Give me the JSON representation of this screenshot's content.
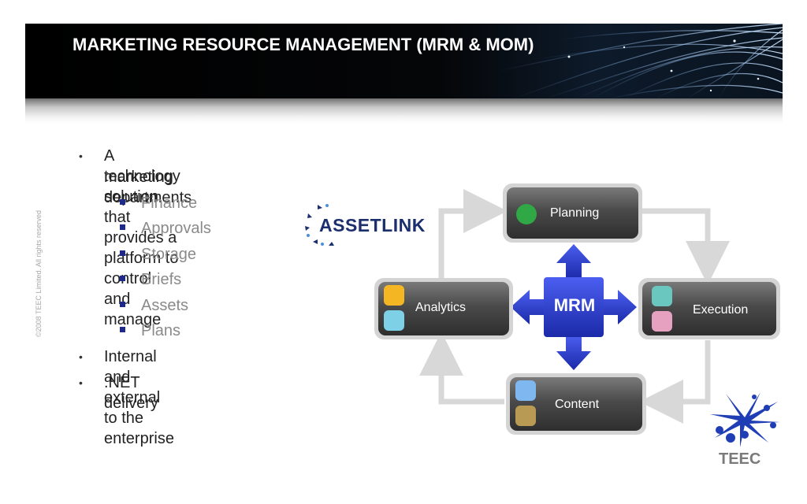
{
  "slide": {
    "title": "MARKETING RESOURCE MANAGEMENT (MRM & MOM)",
    "copyright": "©2008 TEEC Limited. All rights reserved"
  },
  "bullets": {
    "b1_line1": "A technology solution that provides a platform to control and manage",
    "b1_line2": "marketing departments",
    "sub": [
      "Finance",
      "Approvals",
      "Storage",
      "Briefs",
      "Assets",
      "Plans"
    ],
    "b2": "Internal and external to the enterprise",
    "b3": ".NET delivery",
    "bullet_glyph": "•"
  },
  "logos": {
    "assetlink": "ASSETLINK",
    "teec": "TEEC"
  },
  "diagram": {
    "center": "MRM",
    "nodes": {
      "planning": "Planning",
      "execution": "Execution",
      "content": "Content",
      "analytics": "Analytics"
    }
  },
  "colors": {
    "title_text": "#ffffff",
    "bullet_square": "#1d2a8c",
    "mrm_blue": "#2a3bd0",
    "node_dark": "#3a3a3a",
    "cycle_arrow": "#d8d8d8"
  }
}
